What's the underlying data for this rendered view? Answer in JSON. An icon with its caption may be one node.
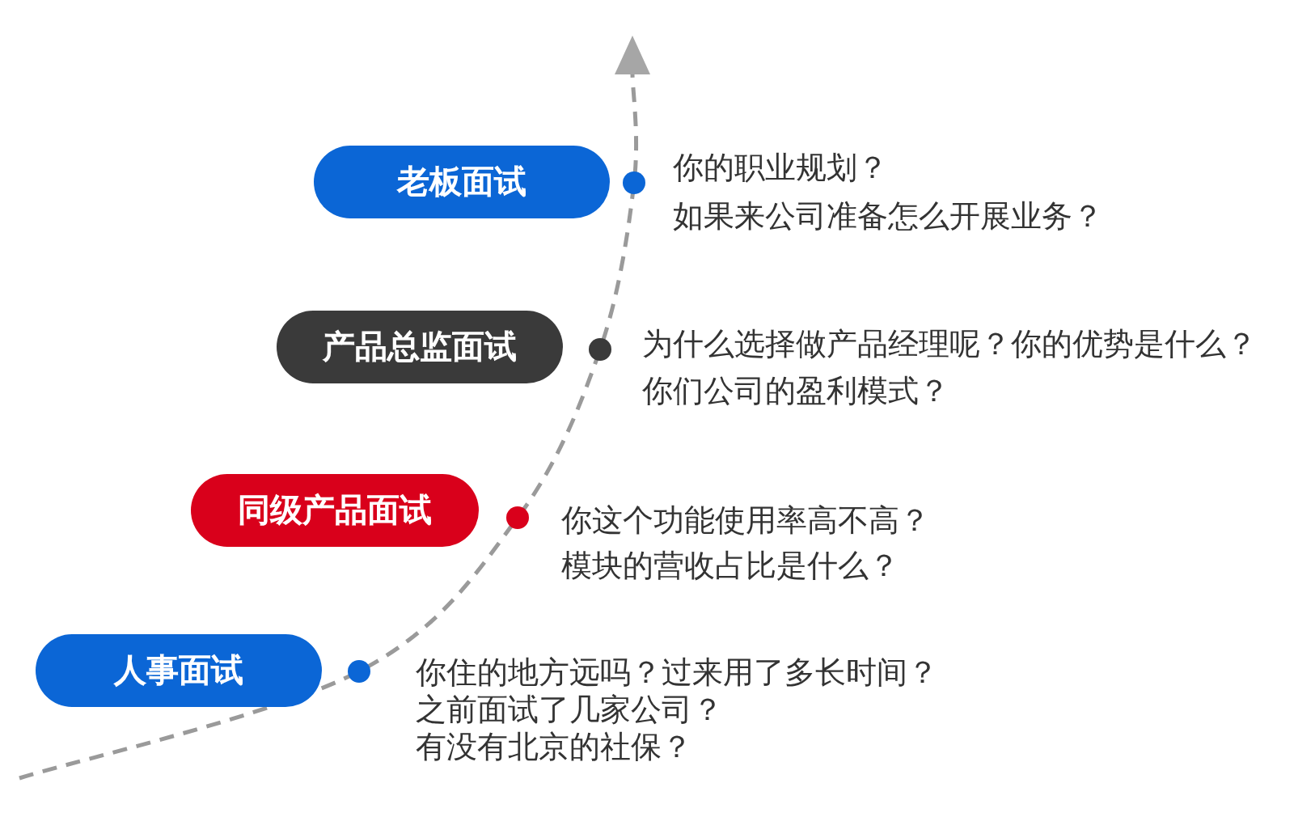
{
  "diagram": {
    "nodes": [
      {
        "text": [
          "老板面试"
        ],
        "beside": [
          "你的职业规划？",
          "如果来公司准备怎么开展业务？"
        ]
      },
      {
        "text": [
          "产品总监面试"
        ],
        "beside": [
          "为什么选择做产品经理呢？你的优势是什么？",
          "你们公司的盈利模式？"
        ]
      },
      {
        "text": [
          "同级产品面试"
        ],
        "beside": [
          "你这个功能使用率高不高？",
          "模块的营收占比是什么？"
        ]
      },
      {
        "text": [
          "人事面试"
        ],
        "beside": [
          "你住的地方远吗？过来用了多长时间？",
          "之前面试了几家公司？",
          "有没有北京的社保？"
        ]
      }
    ]
  }
}
